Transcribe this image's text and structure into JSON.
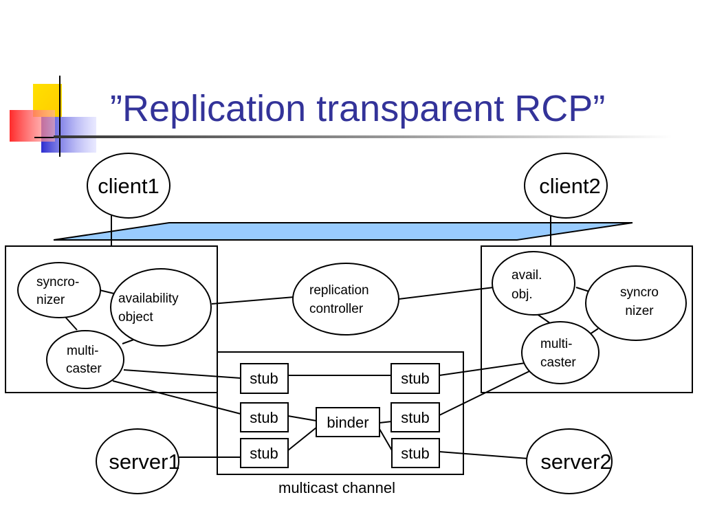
{
  "slide": {
    "title": "”Replication transparent RCP”"
  },
  "nodes": {
    "client1": "client1",
    "client2": "client2",
    "server1": "server1",
    "server2": "server2",
    "left_syncronizer": [
      "syncro-",
      "nizer"
    ],
    "left_availability": [
      "availability",
      "object"
    ],
    "left_multicaster": [
      "multi-",
      "caster"
    ],
    "replication_controller": [
      "replication",
      "controller"
    ],
    "right_availability": [
      "avail.",
      "obj."
    ],
    "right_syncronizer": [
      "syncro",
      "nizer"
    ],
    "right_multicaster": [
      "multi-",
      "caster"
    ],
    "stubs": [
      "stub",
      "stub",
      "stub",
      "stub",
      "stub",
      "stub"
    ],
    "binder": "binder",
    "multicast_channel": "multicast channel"
  },
  "colors": {
    "title": "#333399",
    "band_fill": "#99ccff",
    "deco_yellow": "#ffd700",
    "deco_red": "#ff3333",
    "deco_blue": "#3333cc"
  }
}
